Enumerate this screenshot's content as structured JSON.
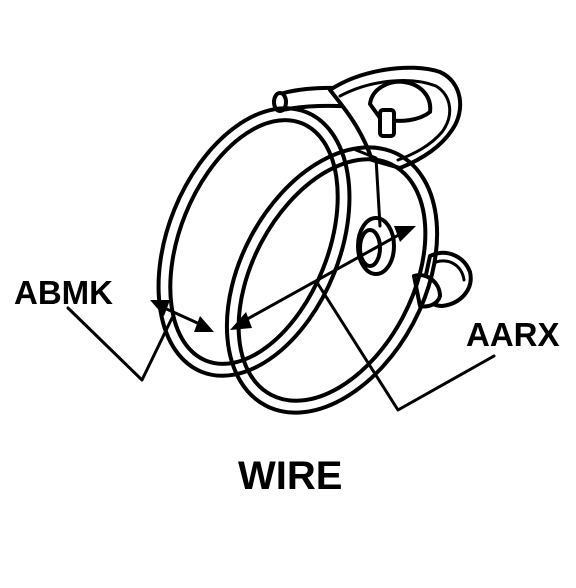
{
  "diagram": {
    "title": "WIRE",
    "callouts": [
      {
        "id": "abmk",
        "code": "ABMK"
      },
      {
        "id": "aarx",
        "code": "AARX"
      }
    ],
    "colors": {
      "line": "#000000",
      "background": "#ffffff"
    }
  }
}
